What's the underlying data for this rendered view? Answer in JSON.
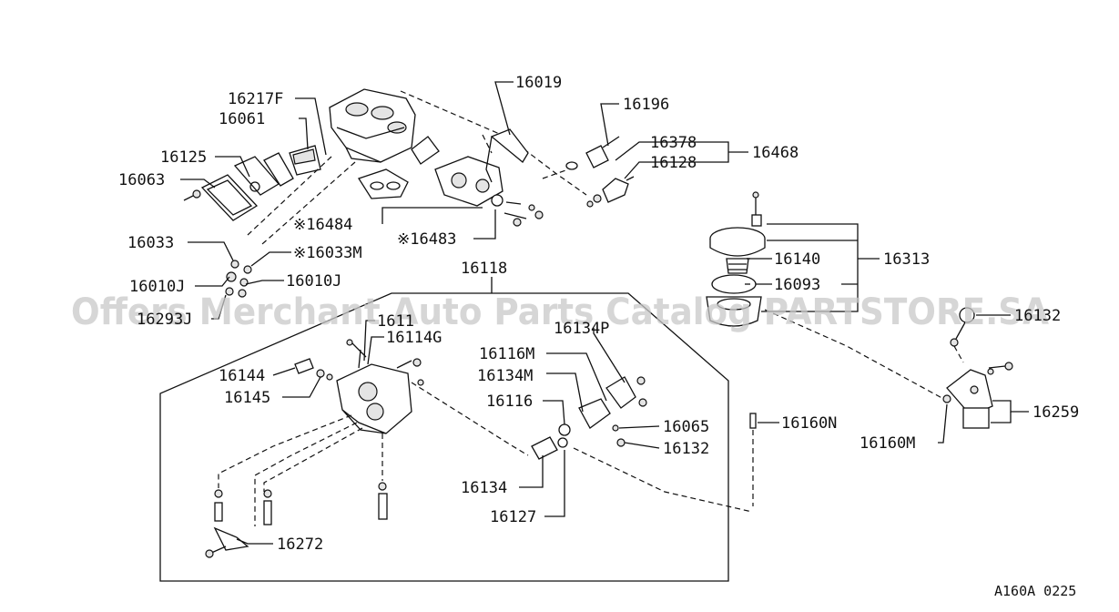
{
  "watermark": "Offers Merchant Auto Parts Catalog PARTSTORE.SA",
  "diagram_code": "A160A 0225",
  "labels": {
    "p16217F": "16217F",
    "p16061": "16061",
    "p16125": "16125",
    "p16063": "16063",
    "p16033": "16033",
    "p16033M": "※16033M",
    "p16010J_a": "16010J",
    "p16010J_b": "16010J",
    "p16293J": "16293J",
    "p16019": "16019",
    "p16196": "16196",
    "p16378": "16378",
    "p16128": "16128",
    "p16468": "16468",
    "p16484": "※16484",
    "p16483": "※16483",
    "p16118": "16118",
    "p16313": "16313",
    "p16140": "16140",
    "p16093": "16093",
    "p16132_top": "16132",
    "p16114": "1611",
    "p16114G": "16114G",
    "p16134P": "16134P",
    "p16116M": "16116M",
    "p16134M": "16134M",
    "p16144": "16144",
    "p16145": "16145",
    "p16116": "16116",
    "p16065": "16065",
    "p16132": "16132",
    "p16160N": "16160N",
    "p16160M": "16160M",
    "p16259": "16259",
    "p16134": "16134",
    "p16127": "16127",
    "p16272": "16272"
  }
}
